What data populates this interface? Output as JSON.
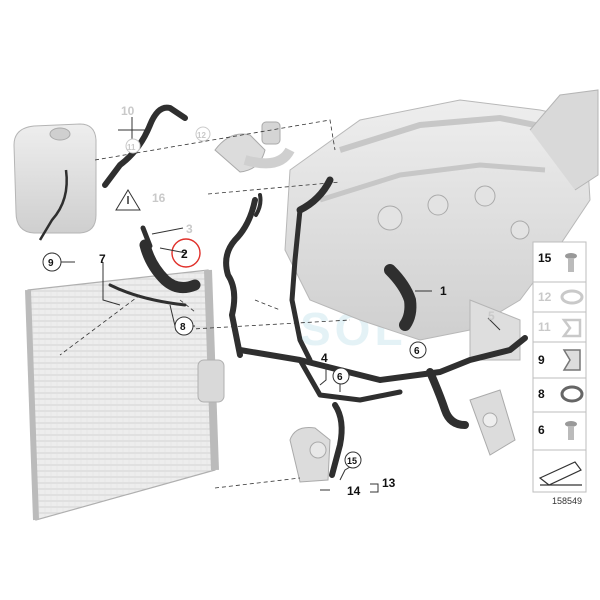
{
  "callouts": {
    "c1": "1",
    "c2": "2",
    "c3": "3",
    "c4": "4",
    "c5": "5",
    "c6a": "6",
    "c6b": "6",
    "c7": "7",
    "c8": "8",
    "c9": "9",
    "c10": "10",
    "c11": "11",
    "c12": "12",
    "c13": "13",
    "c14": "14",
    "c15": "15",
    "c16": "16"
  },
  "legend": [
    {
      "num": "15",
      "icon": "bolt-icon"
    },
    {
      "num": "12",
      "icon": "clamp-icon"
    },
    {
      "num": "11",
      "icon": "clip-icon"
    },
    {
      "num": "9",
      "icon": "clip-icon"
    },
    {
      "num": "8",
      "icon": "clamp-icon"
    },
    {
      "num": "6",
      "icon": "screw-icon"
    }
  ],
  "reference_number": "158549",
  "watermark": "SOL",
  "colors": {
    "hose": "#2f2f2f",
    "part_grey": "#d9d9d9",
    "highlight_circle": "#e0302a",
    "watermark": "#cfe9ef"
  }
}
